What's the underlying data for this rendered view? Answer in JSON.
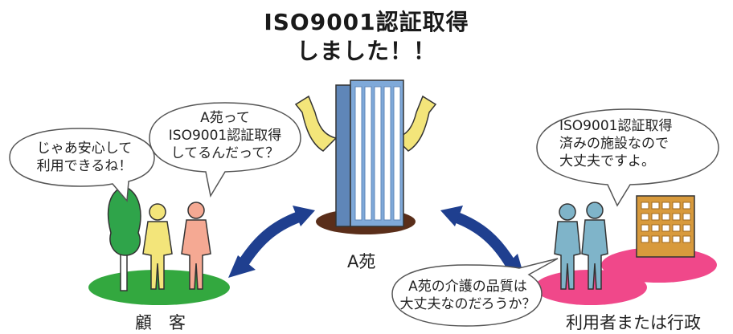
{
  "title": {
    "line1": "ISO9001認証取得",
    "line2": "しました！！"
  },
  "bubbles": {
    "customer_left": [
      "じゃあ安心して",
      "利用できるね！"
    ],
    "customer_right": [
      "A苑って",
      "ISO9001認証取得",
      "してるんだって？"
    ],
    "government_top": [
      "ISO9001認証取得",
      "済みの施設なので",
      "大丈夫ですよ。"
    ],
    "government_bottom": [
      "A苑の介護の品質は",
      "大丈夫なのだろうか？"
    ]
  },
  "labels": {
    "facility": "A苑",
    "customer": "顧　客",
    "government": "利用者または行政"
  },
  "colors": {
    "tree": "#2fa44a",
    "customer_ground": "#33a83f",
    "gov_ground": "#f0488a",
    "building_ground": "#5a2e1a",
    "arrow": "#1f3f8f",
    "tower": "#7fa9d9",
    "apartment": "#d89a3c",
    "person_yellow": "#f3e57a",
    "person_pink": "#f5a993",
    "person_blue": "#7fb4c9"
  }
}
